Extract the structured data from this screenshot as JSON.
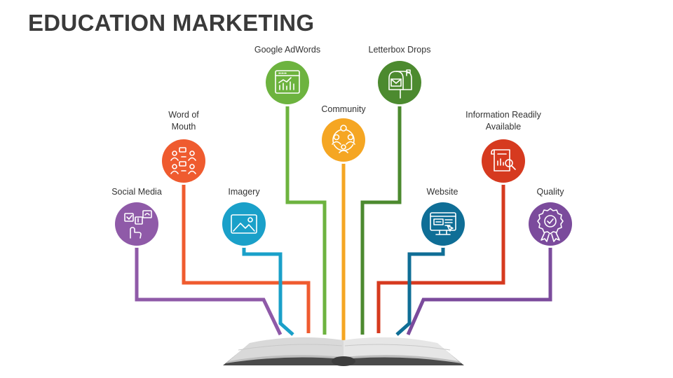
{
  "title": "EDUCATION MARKETING",
  "colors": {
    "purple": "#8f5aa8",
    "orange_red": "#ef5b2f",
    "blue": "#1aa0c9",
    "green": "#6db33f",
    "amber": "#f5a623",
    "dark_green": "#4c8a2f",
    "teal_blue": "#0f6e96",
    "red": "#d63a1f",
    "violet": "#7b4b9c"
  },
  "items": [
    {
      "key": "social_media",
      "label": "Social Media",
      "icon": "social-media-icon"
    },
    {
      "key": "word_of_mouth",
      "label_line1": "Word of",
      "label_line2": "Mouth",
      "icon": "word-of-mouth-icon"
    },
    {
      "key": "imagery",
      "label": "Imagery",
      "icon": "image-icon"
    },
    {
      "key": "google_adwords",
      "label": "Google AdWords",
      "icon": "chart-window-icon"
    },
    {
      "key": "community",
      "label": "Community",
      "icon": "community-icon"
    },
    {
      "key": "letterbox_drops",
      "label": "Letterbox Drops",
      "icon": "mailbox-icon"
    },
    {
      "key": "information",
      "label_line1": "Information Readily",
      "label_line2": "Available",
      "icon": "document-search-icon"
    },
    {
      "key": "website",
      "label": "Website",
      "icon": "monitor-icon"
    },
    {
      "key": "quality",
      "label": "Quality",
      "icon": "quality-badge-icon"
    }
  ]
}
